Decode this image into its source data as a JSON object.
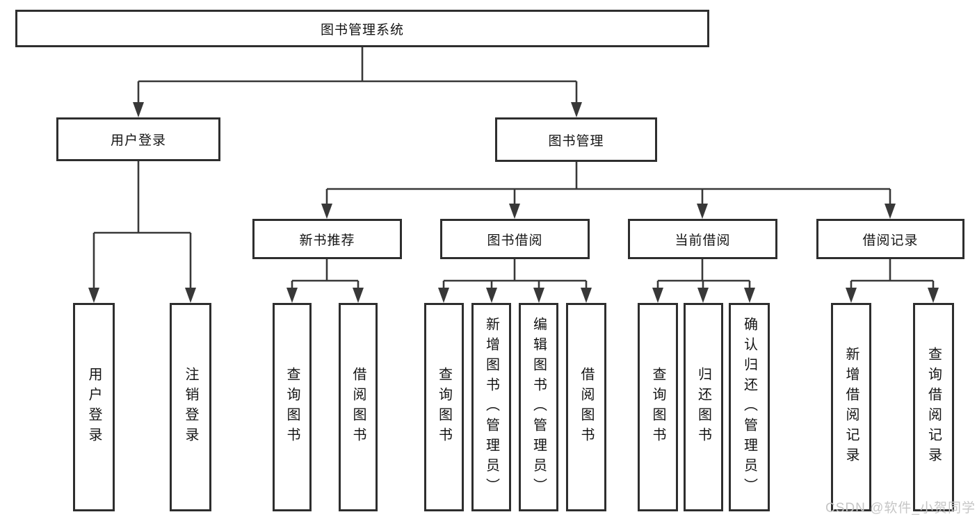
{
  "tree": {
    "label": "图书管理系统",
    "children": [
      {
        "label": "用户登录",
        "children": [
          {
            "label": "用户登录"
          },
          {
            "label": "注销登录"
          }
        ]
      },
      {
        "label": "图书管理",
        "children": [
          {
            "label": "新书推荐",
            "children": [
              {
                "label": "查询图书"
              },
              {
                "label": "借阅图书"
              }
            ]
          },
          {
            "label": "图书借阅",
            "children": [
              {
                "label": "查询图书"
              },
              {
                "label": "新增图书（管理员）"
              },
              {
                "label": "编辑图书（管理员）"
              },
              {
                "label": "借阅图书"
              }
            ]
          },
          {
            "label": "当前借阅",
            "children": [
              {
                "label": "查询图书"
              },
              {
                "label": "归还图书"
              },
              {
                "label": "确认归还（管理员）"
              }
            ]
          },
          {
            "label": "借阅记录",
            "children": [
              {
                "label": "新增借阅记录"
              },
              {
                "label": "查询借阅记录"
              }
            ]
          }
        ]
      }
    ]
  },
  "watermark": {
    "text": "CSDN @软件_小贺同学"
  },
  "colors": {
    "line": "#383838",
    "box_border": "#2e2e2e",
    "text": "#141414",
    "watermark": "#c6c6c6",
    "background": "#ffffff"
  }
}
